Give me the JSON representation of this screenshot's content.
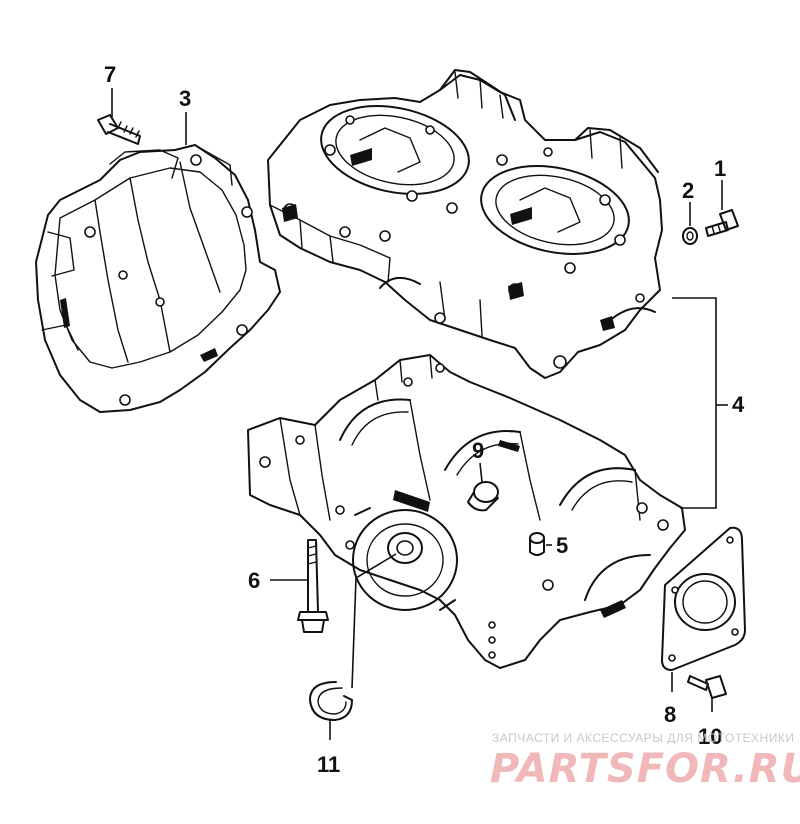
{
  "callouts": {
    "c1": "1",
    "c2": "2",
    "c3": "3",
    "c4": "4",
    "c5": "5",
    "c6": "6",
    "c7": "7",
    "c8": "8",
    "c9": "9",
    "c10": "10",
    "c11": "11"
  },
  "watermark": {
    "tagline": "ЗАПЧАСТИ И АКСЕССУАРЫ ДЛЯ МОТОТЕХНИКИ",
    "logo": "PARTSFOR.RU"
  },
  "colors": {
    "line": "#111111",
    "background": "#ffffff",
    "watermark_logo": "#f0b8b8",
    "watermark_text": "#c8c8c8"
  }
}
